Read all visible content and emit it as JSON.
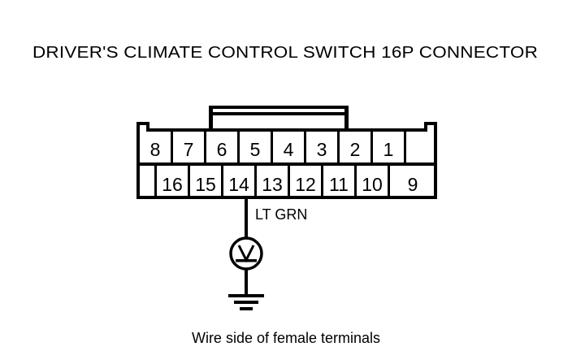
{
  "page": {
    "title": "DRIVER'S CLIMATE CONTROL SWITCH 16P CONNECTOR",
    "caption": "Wire side of female terminals",
    "background_color": "#ffffff",
    "line_color": "#000000"
  },
  "connector": {
    "name": "16P connector",
    "latch_label": "",
    "top_row": {
      "pins": [
        "8",
        "7",
        "6",
        "5",
        "4",
        "3",
        "2",
        "1"
      ],
      "empty_cells_right": 1
    },
    "bottom_row": {
      "pins": [
        "16",
        "15",
        "14",
        "13",
        "12",
        "11",
        "10",
        "9"
      ],
      "empty_cells_left": 1
    }
  },
  "wire": {
    "label": "LT GRN",
    "color_name": "Light Green",
    "from_pin": "14"
  },
  "meter": {
    "type": "voltmeter",
    "symbol_letter": "V",
    "has_dc_bar": true
  },
  "ground": {
    "symbol": "chassis-ground",
    "bars": 3
  }
}
